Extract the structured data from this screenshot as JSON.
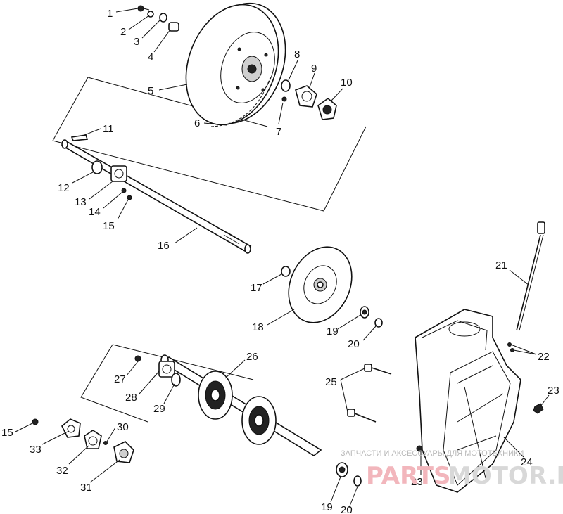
{
  "callouts": [
    {
      "label": "1"
    },
    {
      "label": "2"
    },
    {
      "label": "3"
    },
    {
      "label": "4"
    },
    {
      "label": "5"
    },
    {
      "label": "6"
    },
    {
      "label": "7"
    },
    {
      "label": "8"
    },
    {
      "label": "9"
    },
    {
      "label": "10"
    },
    {
      "label": "11"
    },
    {
      "label": "12"
    },
    {
      "label": "13"
    },
    {
      "label": "14"
    },
    {
      "label": "15"
    },
    {
      "label": "16"
    },
    {
      "label": "17"
    },
    {
      "label": "18"
    },
    {
      "label": "19"
    },
    {
      "label": "20"
    },
    {
      "label": "21"
    },
    {
      "label": "22"
    },
    {
      "label": "23"
    },
    {
      "label": "25"
    },
    {
      "label": "26"
    },
    {
      "label": "27"
    },
    {
      "label": "28"
    },
    {
      "label": "29"
    },
    {
      "label": "15"
    },
    {
      "label": "30"
    },
    {
      "label": "33"
    },
    {
      "label": "32"
    },
    {
      "label": "31"
    },
    {
      "label": "24"
    },
    {
      "label": "23"
    },
    {
      "label": "19"
    },
    {
      "label": "20"
    },
    {
      "label": "23"
    }
  ],
  "watermark": {
    "tagline": "ЗАПЧАСТИ И АКСЕССУАРЫ ДЛЯ МОТОТЕХНИКИ",
    "logo_a": "PARTS",
    "logo_b": "MOTOR.RU"
  }
}
